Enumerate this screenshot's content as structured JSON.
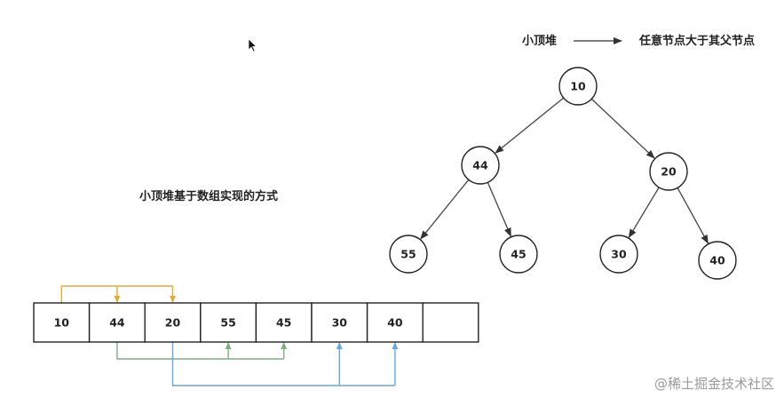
{
  "header": {
    "left_label": "小顶堆",
    "right_label": "任意节点大于其父节点"
  },
  "array_title": "小顶堆基于数组实现的方式",
  "tree": {
    "nodes": [
      {
        "id": "n10",
        "label": "10"
      },
      {
        "id": "n44",
        "label": "44"
      },
      {
        "id": "n20",
        "label": "20"
      },
      {
        "id": "n55",
        "label": "55"
      },
      {
        "id": "n45",
        "label": "45"
      },
      {
        "id": "n30",
        "label": "30"
      },
      {
        "id": "n40",
        "label": "40"
      }
    ],
    "edges": [
      [
        "n10",
        "n44"
      ],
      [
        "n10",
        "n20"
      ],
      [
        "n44",
        "n55"
      ],
      [
        "n44",
        "n45"
      ],
      [
        "n20",
        "n30"
      ],
      [
        "n20",
        "n40"
      ]
    ]
  },
  "array": {
    "cells": [
      "10",
      "44",
      "20",
      "55",
      "45",
      "30",
      "40",
      ""
    ]
  },
  "links": [
    {
      "name": "orange-link",
      "from": 0,
      "to": [
        1,
        2
      ],
      "color": "#e8a838",
      "side": "top"
    },
    {
      "name": "green-link",
      "from": 1,
      "to": [
        3,
        4
      ],
      "color": "#7fb07f",
      "side": "bottom"
    },
    {
      "name": "blue-link",
      "from": 2,
      "to": [
        5,
        6
      ],
      "color": "#6aa8d8",
      "side": "bottom"
    }
  ],
  "watermark": "@稀土掘金技术社区"
}
